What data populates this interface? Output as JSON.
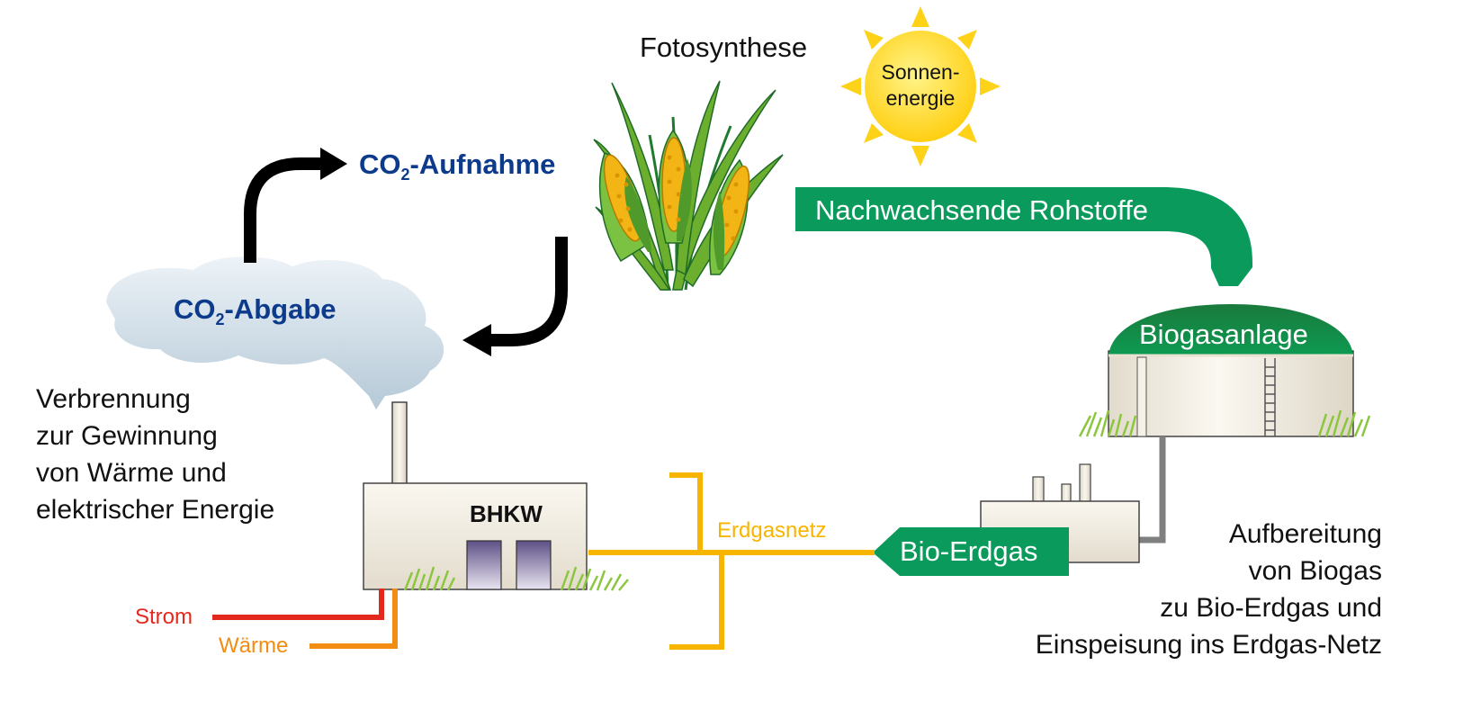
{
  "labels": {
    "photosynthesis": "Fotosynthese",
    "sun_line1": "Sonnen-",
    "sun_line2": "energie",
    "co2_uptake_prefix": "CO",
    "co2_uptake_sub": "2",
    "co2_uptake_suffix": "-Aufnahme",
    "co2_release_prefix": "CO",
    "co2_release_sub": "2",
    "co2_release_suffix": "-Abgabe",
    "renewables": "Nachwachsende Rohstoffe",
    "biogas_plant": "Biogasanlage",
    "combustion": "Verbrennung\nzur Gewinnung\nvon Wärme und\nelektrischer Energie",
    "chp": "BHKW",
    "gas_grid": "Erdgasnetz",
    "bio_gas": "Bio-Erdgas",
    "power": "Strom",
    "heat": "Wärme",
    "upgrading": "Aufbereitung\nvon Biogas\nzu Bio-Erdgas und\nEinspeisung ins Erdgas-Netz"
  },
  "colors": {
    "green": "#0a9a5c",
    "co2_blue": "#0d3b8c",
    "sun_yellow": "#ffd21a",
    "pipe_yellow": "#f7b500",
    "power_red": "#e3281e",
    "heat_orange": "#f28c12",
    "pipe_grey": "#7f7f7f"
  },
  "icons": [
    "sun-icon",
    "maize-plant-icon",
    "cloud-icon",
    "biogas-plant-icon",
    "chp-building-icon",
    "upgrading-plant-icon"
  ]
}
